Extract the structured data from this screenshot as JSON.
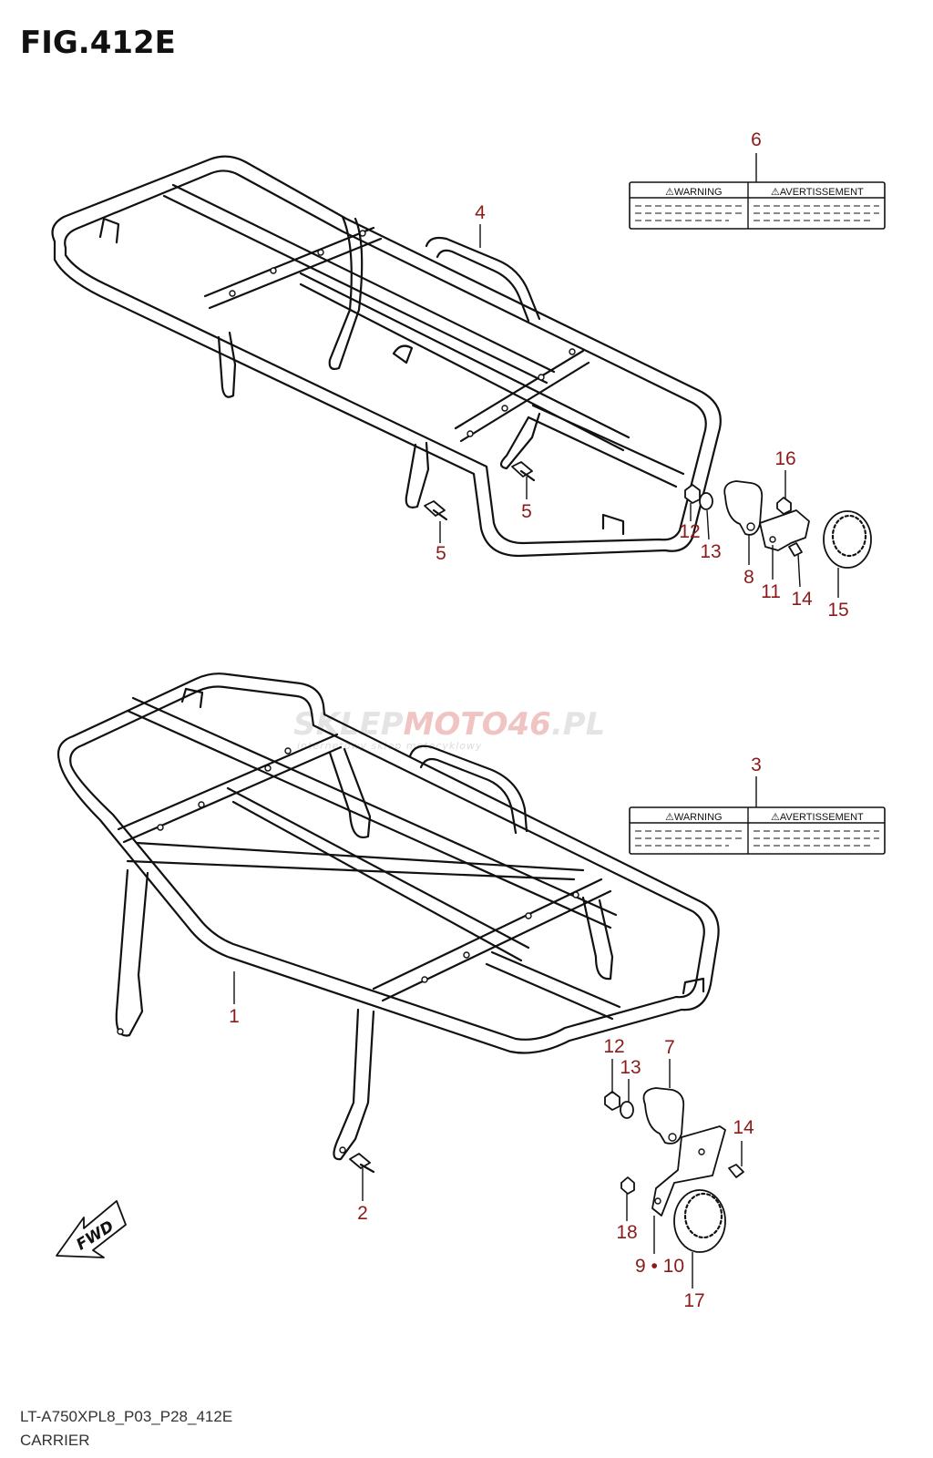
{
  "figure": {
    "title": "FIG.412E",
    "code": "LT-A750XPL8_P03_P28_412E",
    "name": "CARRIER"
  },
  "watermark": {
    "brand_part1": "SKLEP",
    "brand_part2": "MOTO",
    "brand_part3": "46",
    "brand_part4": ".PL",
    "tagline": "internetowy sklep motocyklowy"
  },
  "warning_labels": [
    {
      "ref": "6",
      "heading_left": "⚠WARNING",
      "heading_right": "⚠AVERTISSEMENT"
    },
    {
      "ref": "3",
      "heading_left": "⚠WARNING",
      "heading_right": "⚠AVERTISSEMENT"
    }
  ],
  "fwd_arrow": {
    "text": "FWD"
  },
  "callouts": [
    {
      "id": "c6",
      "text": "6"
    },
    {
      "id": "c4",
      "text": "4"
    },
    {
      "id": "c5a",
      "text": "5"
    },
    {
      "id": "c5b",
      "text": "5"
    },
    {
      "id": "c16",
      "text": "16"
    },
    {
      "id": "c12a",
      "text": "12"
    },
    {
      "id": "c13a",
      "text": "13"
    },
    {
      "id": "c8",
      "text": "8"
    },
    {
      "id": "c11",
      "text": "11"
    },
    {
      "id": "c14a",
      "text": "14"
    },
    {
      "id": "c15",
      "text": "15"
    },
    {
      "id": "c3",
      "text": "3"
    },
    {
      "id": "c1",
      "text": "1"
    },
    {
      "id": "c12b",
      "text": "12"
    },
    {
      "id": "c13b",
      "text": "13"
    },
    {
      "id": "c7",
      "text": "7"
    },
    {
      "id": "c14b",
      "text": "14"
    },
    {
      "id": "c2",
      "text": "2"
    },
    {
      "id": "c18",
      "text": "18"
    },
    {
      "id": "c910",
      "text": "9 • 10"
    },
    {
      "id": "c17",
      "text": "17"
    }
  ],
  "colors": {
    "callout": "#8b1a1a",
    "line": "#111111"
  }
}
